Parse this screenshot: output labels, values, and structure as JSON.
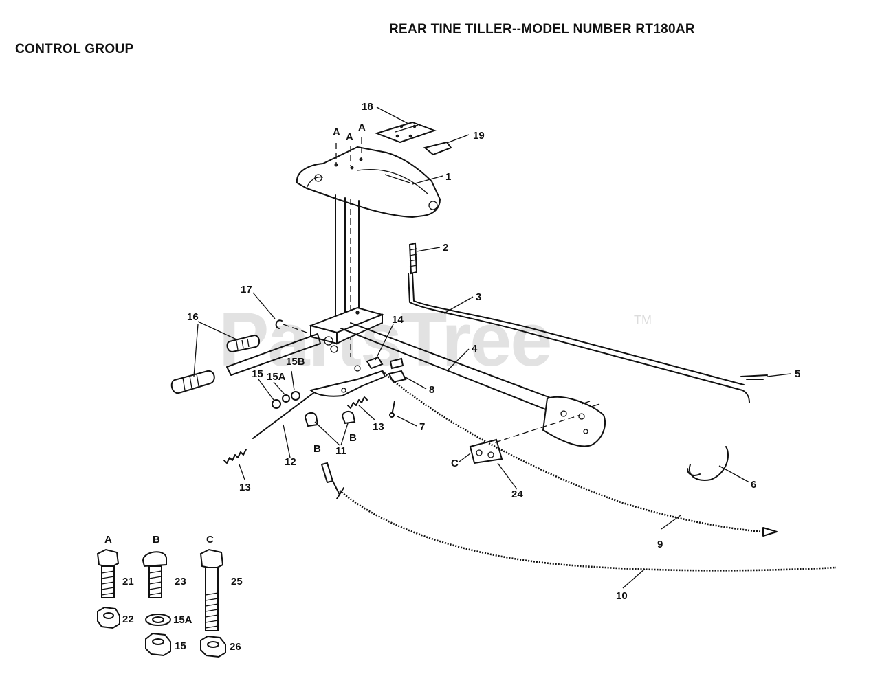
{
  "header": {
    "title": "REAR TINE TILLER--MODEL NUMBER RT180AR",
    "group": "CONTROL GROUP"
  },
  "watermark": {
    "text": "PartsTree",
    "tm": "TM"
  },
  "callouts": {
    "p1": "1",
    "p2": "2",
    "p3": "3",
    "p4": "4",
    "p5": "5",
    "p6": "6",
    "p7": "7",
    "p8": "8",
    "p9": "9",
    "p10": "10",
    "p11": "11",
    "p12": "12",
    "p13a": "13",
    "p13b": "13",
    "p14": "14",
    "p15": "15",
    "p15a": "15A",
    "p15b": "15B",
    "p16": "16",
    "p17": "17",
    "p18": "18",
    "p19": "19",
    "p24": "24",
    "refA1": "A",
    "refA2": "A",
    "refA3": "A",
    "refB1": "B",
    "refB2": "B",
    "refC": "C"
  },
  "hardware": {
    "colA": "A",
    "colB": "B",
    "colC": "C",
    "p21": "21",
    "p22": "22",
    "p23": "23",
    "p15a": "15A",
    "p15": "15",
    "p25": "25",
    "p26": "26"
  }
}
